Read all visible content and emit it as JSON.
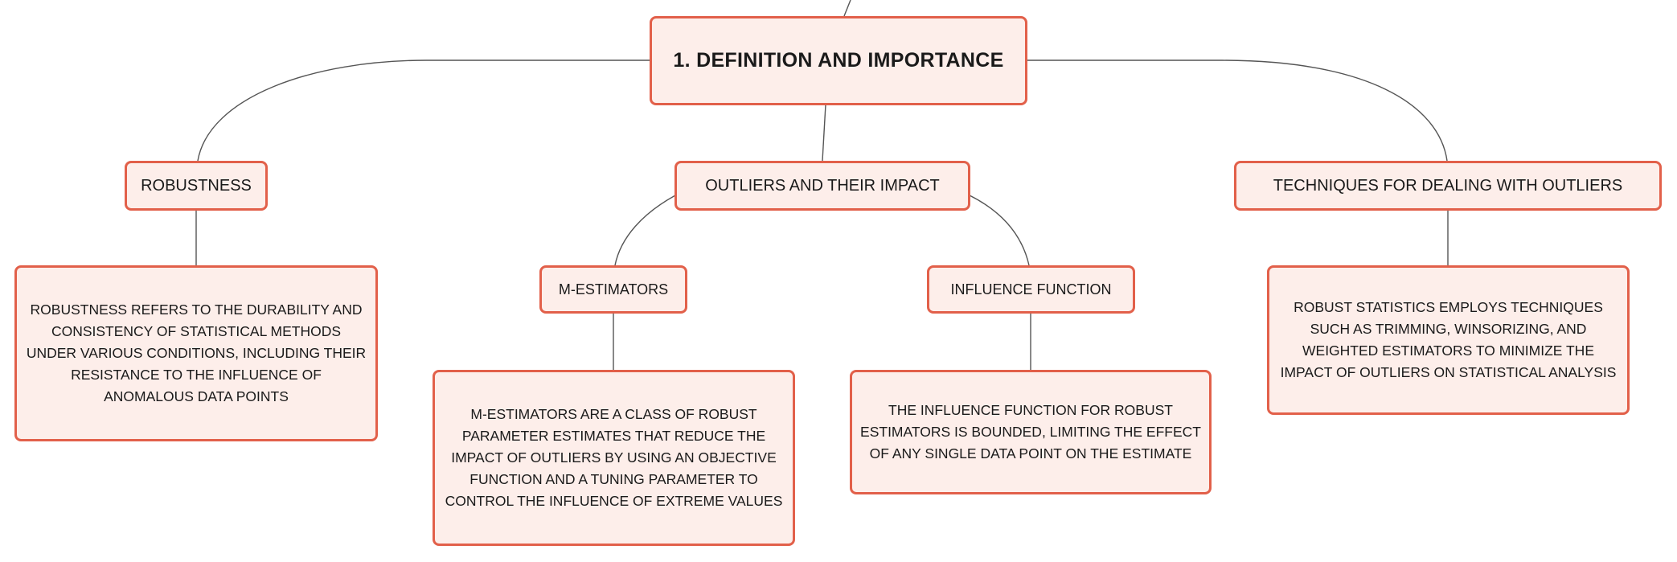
{
  "diagram": {
    "type": "mind-map",
    "colors": {
      "node_fill": "#fdeeea",
      "node_border": "#e2604a",
      "connector": "#555555",
      "text": "#1a1a1a"
    },
    "root": {
      "label": "1. DEFINITION AND IMPORTANCE"
    },
    "branches": {
      "robustness": {
        "label": "ROBUSTNESS",
        "description": "ROBUSTNESS REFERS TO THE DURABILITY AND CONSISTENCY OF STATISTICAL METHODS UNDER VARIOUS CONDITIONS, INCLUDING THEIR RESISTANCE TO THE INFLUENCE OF ANOMALOUS DATA POINTS"
      },
      "outliers": {
        "label": "OUTLIERS AND THEIR IMPACT",
        "children": {
          "m_estimators": {
            "label": "M-ESTIMATORS",
            "description": "M-ESTIMATORS ARE A CLASS OF ROBUST PARAMETER ESTIMATES THAT REDUCE THE IMPACT OF OUTLIERS BY USING AN OBJECTIVE FUNCTION AND A TUNING PARAMETER TO CONTROL THE INFLUENCE OF EXTREME VALUES"
          },
          "influence_function": {
            "label": "INFLUENCE FUNCTION",
            "description": "THE INFLUENCE FUNCTION FOR ROBUST ESTIMATORS IS BOUNDED, LIMITING THE EFFECT OF ANY SINGLE DATA POINT ON THE ESTIMATE"
          }
        }
      },
      "techniques": {
        "label": "TECHNIQUES FOR DEALING WITH OUTLIERS",
        "description": "ROBUST STATISTICS EMPLOYS TECHNIQUES SUCH AS TRIMMING, WINSORIZING, AND WEIGHTED ESTIMATORS TO MINIMIZE THE IMPACT OF OUTLIERS ON STATISTICAL ANALYSIS"
      }
    }
  }
}
